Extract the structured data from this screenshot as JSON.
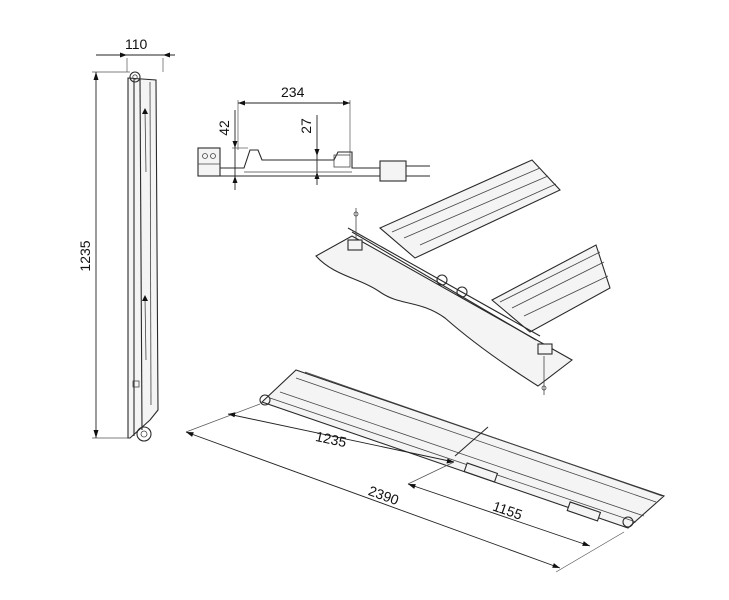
{
  "dimensions": {
    "folded_width": "110",
    "folded_height": "1235",
    "profile_width": "234",
    "profile_height_outer": "42",
    "profile_height_inner": "27",
    "segment_length_1": "1235",
    "total_length": "2390",
    "segment_length_2": "1155"
  },
  "colors": {
    "line": "#2a2a2a",
    "background": "#ffffff"
  }
}
